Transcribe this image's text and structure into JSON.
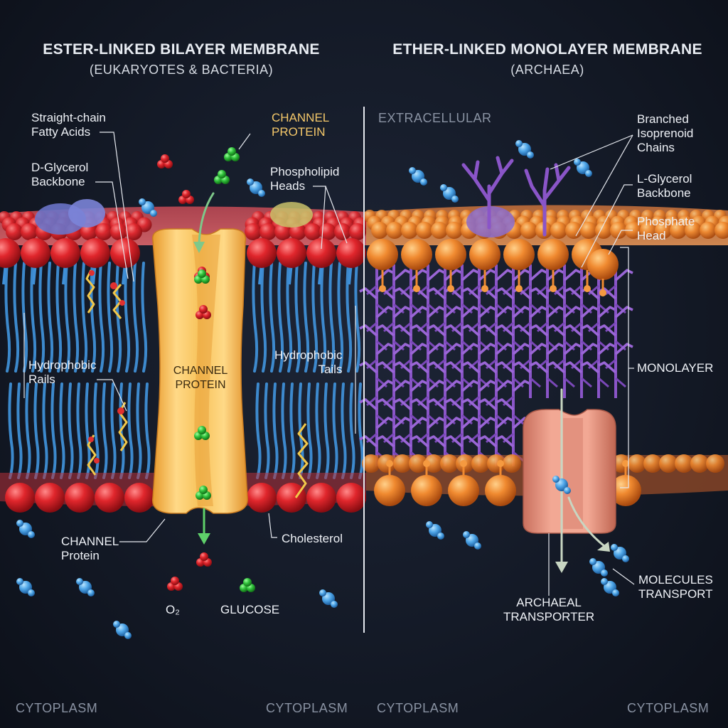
{
  "left_panel": {
    "title": "ESTER-LINKED BILAYER MEMBRANE",
    "subtitle": "(EUKARYOTES & BACTERIA)",
    "labels": {
      "fatty_acids": "Straight-chain\nFatty Acids",
      "glycerol": "D-Glycerol\nBackbone",
      "channel_top": "CHANNEL\nPROTEIN",
      "phospholipid_heads": "Phospholipid\nHeads",
      "channel_inner": "CHANNEL\nPROTEIN",
      "hydrophobic_rails": "Hydrophobic\nRails",
      "hydrophobic_tails": "Hydrophobic\nTails",
      "channel_bottom": "CHANNEL\nProtein",
      "cholesterol": "Cholesterol",
      "o2": "O₂",
      "glucose": "GLUCOSE",
      "cytoplasm_left": "CYTOPLASM",
      "cytoplasm_mid": "CYTOPLASM"
    }
  },
  "right_panel": {
    "title": "ETHER-LINKED MONOLAYER MEMBRANE",
    "subtitle": "(ARCHAEA)",
    "labels": {
      "extracellular": "EXTRACELLULAR",
      "isoprenoid": "Branched\nIsoprenoid\nChains",
      "l_glycerol": "L-Glycerol\nBackbone",
      "phosphate_head": "Phosphate\nHead",
      "monolayer": "MONOLAYER",
      "molecules_transport": "MOLECULES\nTRANSPORT",
      "archaeal_transporter": "ARCHAEAL\nTRANSPORTER",
      "cytoplasm_left": "CYTOPLASM",
      "cytoplasm_right": "CYTOPLASM"
    }
  },
  "colors": {
    "phospholipid_head": "#d8262c",
    "tail": "#3f8fd6",
    "channel": "#f7c25a",
    "archaeal_head": "#f08a30",
    "isoprenoid": "#8a55c8",
    "transporter": "#e8907a",
    "glucose": "#2fbf3a",
    "oxygen": "#e0262a",
    "water": "#4fa6e8"
  }
}
